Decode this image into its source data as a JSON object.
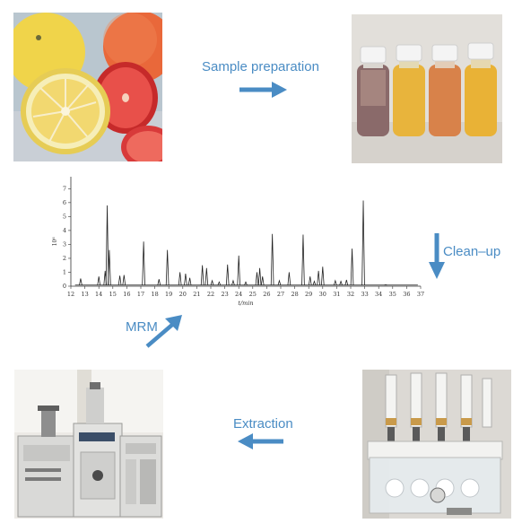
{
  "steps": {
    "sample_preparation": "Sample preparation",
    "clean_up": "Clean–up",
    "extraction": "Extraction",
    "mrm": "MRM"
  },
  "colors": {
    "label": "#4a8cc4",
    "arrow": "#4a8cc4",
    "trace": "#222222"
  },
  "chart_data": {
    "type": "line",
    "xlabel": "t/min",
    "ylabel": "10⁶",
    "xlim": [
      12,
      37
    ],
    "ylim": [
      0,
      7.6
    ],
    "x_ticks": [
      12,
      13,
      14,
      15,
      16,
      17,
      18,
      19,
      20,
      21,
      22,
      23,
      24,
      25,
      26,
      27,
      28,
      29,
      30,
      31,
      32,
      33,
      34,
      35,
      36,
      37
    ],
    "y_ticks": [
      0,
      1,
      2,
      3,
      4,
      5,
      6,
      7
    ],
    "peaks": [
      {
        "x": 12.7,
        "y": 0.55
      },
      {
        "x": 14.0,
        "y": 0.7
      },
      {
        "x": 14.45,
        "y": 1.1
      },
      {
        "x": 14.6,
        "y": 5.8
      },
      {
        "x": 14.75,
        "y": 2.6
      },
      {
        "x": 15.5,
        "y": 0.75
      },
      {
        "x": 15.8,
        "y": 0.8
      },
      {
        "x": 17.2,
        "y": 3.2
      },
      {
        "x": 18.3,
        "y": 0.5
      },
      {
        "x": 18.9,
        "y": 2.6
      },
      {
        "x": 19.8,
        "y": 1.0
      },
      {
        "x": 20.2,
        "y": 0.9
      },
      {
        "x": 20.5,
        "y": 0.6
      },
      {
        "x": 21.4,
        "y": 1.5
      },
      {
        "x": 21.7,
        "y": 1.3
      },
      {
        "x": 22.1,
        "y": 0.4
      },
      {
        "x": 22.6,
        "y": 0.3
      },
      {
        "x": 23.2,
        "y": 1.55
      },
      {
        "x": 23.6,
        "y": 0.4
      },
      {
        "x": 24.0,
        "y": 2.2
      },
      {
        "x": 24.5,
        "y": 0.3
      },
      {
        "x": 25.3,
        "y": 1.0
      },
      {
        "x": 25.5,
        "y": 1.3
      },
      {
        "x": 25.7,
        "y": 0.7
      },
      {
        "x": 26.4,
        "y": 3.75
      },
      {
        "x": 26.9,
        "y": 0.4
      },
      {
        "x": 27.6,
        "y": 1.0
      },
      {
        "x": 28.6,
        "y": 3.7
      },
      {
        "x": 29.1,
        "y": 0.7
      },
      {
        "x": 29.4,
        "y": 0.35
      },
      {
        "x": 29.7,
        "y": 1.1
      },
      {
        "x": 30.0,
        "y": 1.4
      },
      {
        "x": 30.9,
        "y": 0.4
      },
      {
        "x": 31.3,
        "y": 0.35
      },
      {
        "x": 31.7,
        "y": 0.45
      },
      {
        "x": 32.1,
        "y": 2.7
      },
      {
        "x": 32.9,
        "y": 6.15
      },
      {
        "x": 34.5,
        "y": 0.1
      }
    ]
  }
}
